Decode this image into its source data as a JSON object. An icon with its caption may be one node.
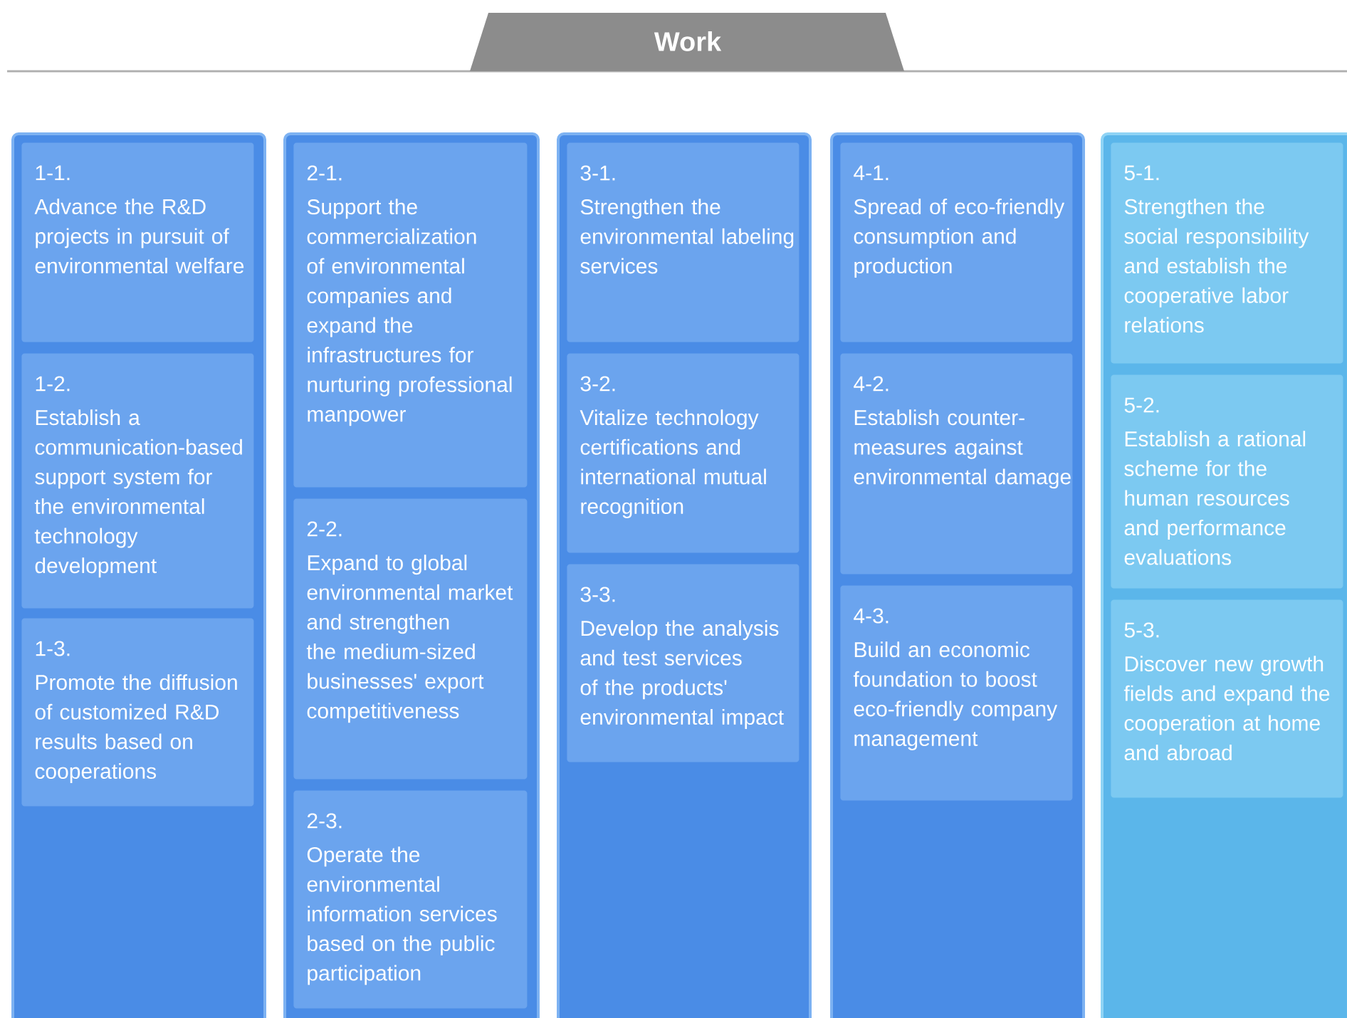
{
  "diagram": {
    "title": "Work",
    "nodes": [
      {
        "text": [],
        "shape": "box"
      },
      {
        "text": [
          "1-1.",
          "Advance the R&D projects in pursuit of environmental welfare"
        ],
        "in": 0
      },
      {
        "text": [
          "1-2.",
          "Establish a communication-based support system for the environmental technology development"
        ],
        "in": 0
      },
      {
        "text": [
          "1-3.",
          "Promote the diffusion of customized R&D results based on cooperations"
        ],
        "in": 0
      },
      {
        "text": [],
        "shape": "box"
      },
      {
        "text": [
          "2-1.",
          "Support the commercialization of environmental companies and expand the infrastructures for nurturing professional manpower"
        ],
        "in": 4
      },
      {
        "text": [
          "2-2.",
          "Expand to global environmental market and strengthen the medium-sized businesses' export competitiveness"
        ],
        "in": 4
      },
      {
        "text": [
          "2-3.",
          "Operate the environmental information services based on the public participation"
        ],
        "in": 4
      },
      {
        "text": [],
        "shape": "box"
      },
      {
        "text": [
          "3-1.",
          "Strengthen the environmental labeling services"
        ],
        "in": 8
      },
      {
        "text": [
          "3-2.",
          "Vitalize technology certifications and international mutual recognition"
        ],
        "in": 8
      },
      {
        "text": [
          "3-3.",
          "Develop the analysis and test services of the products' environmental impact"
        ],
        "in": 8
      },
      {
        "text": [],
        "shape": "box"
      },
      {
        "text": [
          "4-1.",
          "Spread of eco-friendly consumption and production"
        ],
        "in": 12
      },
      {
        "text": [
          "4-2.",
          "Establish counter-measures against environmental damage"
        ],
        "in": 12
      },
      {
        "text": [
          "4-3.",
          "Build an economic foundation to boost eco-friendly company management"
        ],
        "in": 12
      },
      {
        "text": [],
        "shape": "box"
      },
      {
        "text": [
          "5-1.",
          "Strengthen the social responsibility and establish the cooperative labor relations"
        ],
        "in": 16
      },
      {
        "text": [
          "5-2.",
          "Establish a rational scheme for the human resources and performance evaluations"
        ],
        "in": 16
      },
      {
        "text": [
          "5-3.",
          "Discover new growth fields and expand the cooperation at home and abroad"
        ],
        "in": 16
      }
    ],
    "edges": []
  }
}
